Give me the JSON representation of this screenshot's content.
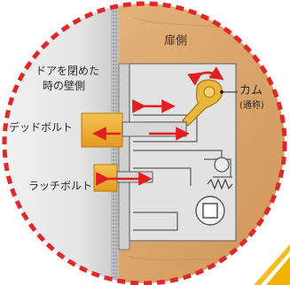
{
  "labels": {
    "door_side": "扉側",
    "wall_line1": "ドアを閉めた",
    "wall_line2": "時の壁側",
    "cam": "カム",
    "cam_note": "(通称)",
    "deadbolt": "デッドボルト",
    "latchbolt": "ラッチボルト"
  },
  "colors": {
    "dashed_border": "#e0282a",
    "door_wood": "#d9a36a",
    "door_wood_dark": "#c48a50",
    "wall": "#e4e4e4",
    "wall_edge": "#9a9a9a",
    "lock_body": "#dedede",
    "bolt_brass": "#f0a830",
    "bolt_brass_dark": "#c98419",
    "cam_gold": "#e9b53a",
    "arrow_red": "#e02020",
    "corner_yellow": "#f2b200"
  }
}
